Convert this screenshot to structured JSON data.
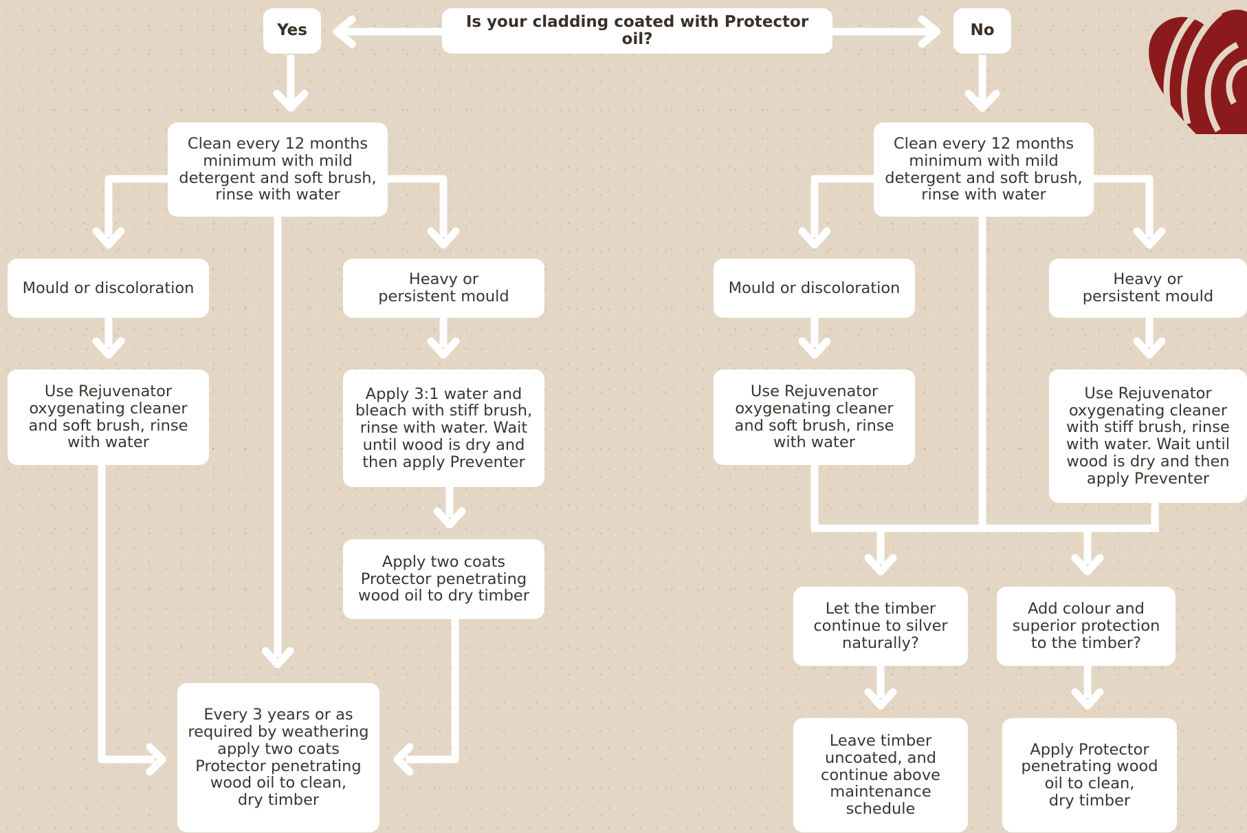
{
  "question": "Is your cladding coated with Protector oil?",
  "yes": "Yes",
  "no": "No",
  "yes_branch": {
    "clean": "Clean every 12 months\nminimum with mild\ndetergent and soft brush,\nrinse with water",
    "mould": "Mould or discoloration",
    "heavy": "Heavy or\npersistent mould",
    "rejuvenator": "Use Rejuvenator\noxygenating cleaner\nand soft brush, rinse\nwith water",
    "bleach": "Apply  3:1 water and\nbleach with stiff brush,\nrinse with water. Wait\nuntil wood is dry and\nthen apply Preventer",
    "two_coats": "Apply two coats\nProtector penetrating\nwood oil to dry timber",
    "every3": "Every 3 years or as\nrequired by weathering\napply two coats\nProtector penetrating\nwood oil to clean,\ndry timber"
  },
  "no_branch": {
    "clean": "Clean every 12 months\nminimum with mild\ndetergent and soft brush,\nrinse with water",
    "mould": "Mould or discoloration",
    "heavy": "Heavy or\npersistent mould",
    "rejuvenator": "Use Rejuvenator\noxygenating cleaner\nand soft brush, rinse\nwith water",
    "rejuvenator_stiff": "Use Rejuvenator\noxygenating cleaner\nwith stiff brush, rinse\nwith water. Wait until\nwood is dry and then\napply Preventer",
    "silver": "Let the timber\ncontinue to silver\nnaturally?",
    "colour": "Add colour and\nsuperior protection\nto the timber?",
    "leave": "Leave timber\nuncoated, and\ncontinue above\nmaintenance\nschedule",
    "apply_protector": "Apply Protector\npenetrating wood\noil to clean,\ndry timber"
  },
  "colors": {
    "background": "#e3d6c4",
    "box": "#ffffff",
    "connector": "#ffffff",
    "text": "#3a3530",
    "logo": "#8a1a1c"
  },
  "icons": {
    "logo": "heart-stripes-logo"
  }
}
